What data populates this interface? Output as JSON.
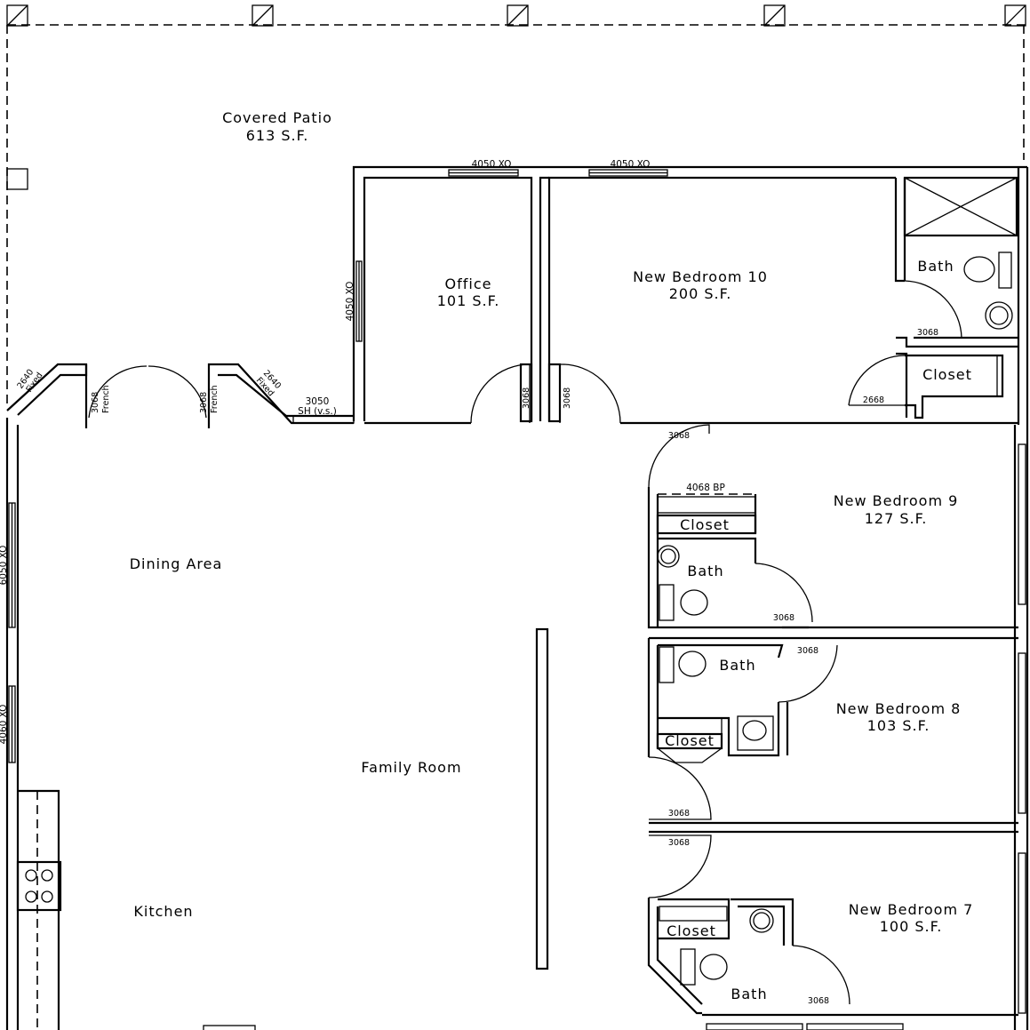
{
  "rooms": {
    "patio": {
      "name": "Covered Patio",
      "area": "613 S.F."
    },
    "office": {
      "name": "Office",
      "area": "101 S.F."
    },
    "bedroom10": {
      "name": "New Bedroom  10",
      "area": "200 S.F."
    },
    "bedroom9": {
      "name": "New Bedroom  9",
      "area": "127 S.F."
    },
    "bedroom8": {
      "name": "New Bedroom  8",
      "area": "103 S.F."
    },
    "bedroom7": {
      "name": "New Bedroom  7",
      "area": "100 S.F."
    },
    "dining": {
      "name": "Dining Area"
    },
    "family": {
      "name": "Family Room"
    },
    "kitchen": {
      "name": "Kitchen"
    },
    "bath": "Bath",
    "closet": "Closet"
  },
  "windows": {
    "office_top": "4050 XO",
    "bed10_top": "4050 XO",
    "office_side": "4050 XO",
    "sh_top": "3050",
    "sh_bottom": "SH (v.s.)",
    "fixed_size": "2640",
    "fixed_type": "Fixed",
    "dining": "6050 XO",
    "kitchen": "4060 XO",
    "bp": "4068 BP"
  },
  "doors": {
    "french_size": "3068",
    "french_type": "French",
    "d3068": "3068",
    "d2668": "2668"
  }
}
